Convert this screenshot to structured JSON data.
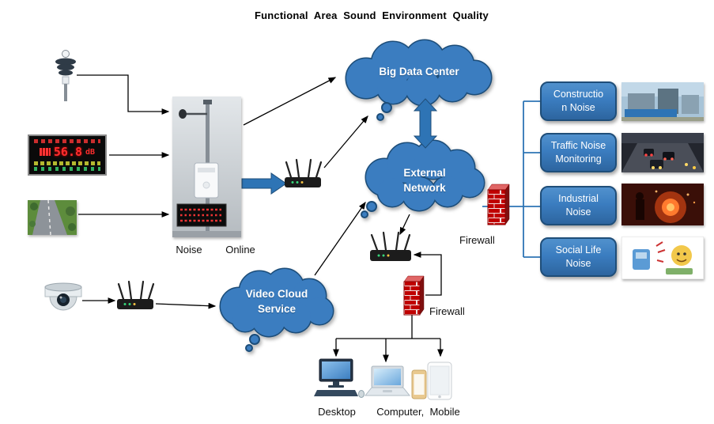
{
  "title": "Functional  Area  Sound  Environment  Quality",
  "clouds": {
    "big_data_center": "Big Data Center",
    "external_network": {
      "line1": "External",
      "line2": "Network"
    },
    "video_cloud": {
      "line1": "Video Cloud",
      "line2": "Service"
    }
  },
  "station": {
    "label_left": "Noise",
    "label_right": "Online"
  },
  "led_display": {
    "reading": "56.8",
    "unit": "dB"
  },
  "firewalls": {
    "right_label": "Firewall",
    "bottom_label": "Firewall"
  },
  "devices": {
    "desktop_label": "Desktop",
    "computer_mobile_label": "Computer,  Mobile"
  },
  "noise_types": [
    {
      "line1": "Constructio",
      "line2": "n Noise"
    },
    {
      "line1": "Traffic Noise",
      "line2": "Monitoring"
    },
    {
      "line1": "Industrial",
      "line2": "Noise"
    },
    {
      "line1": "Social Life",
      "line2": "Noise"
    }
  ],
  "colors": {
    "cloud_fill": "#3B7DC0",
    "cloud_border": "#1F4E79",
    "box_fill": "#3B7DC0",
    "box_border": "#1F4E79",
    "thick_arrow_blue": "#2E74B5",
    "bus_line_blue": "#2E74B5",
    "firewall_red": "#C00000",
    "led_red": "#FF2D2D",
    "line_black": "#000000"
  }
}
